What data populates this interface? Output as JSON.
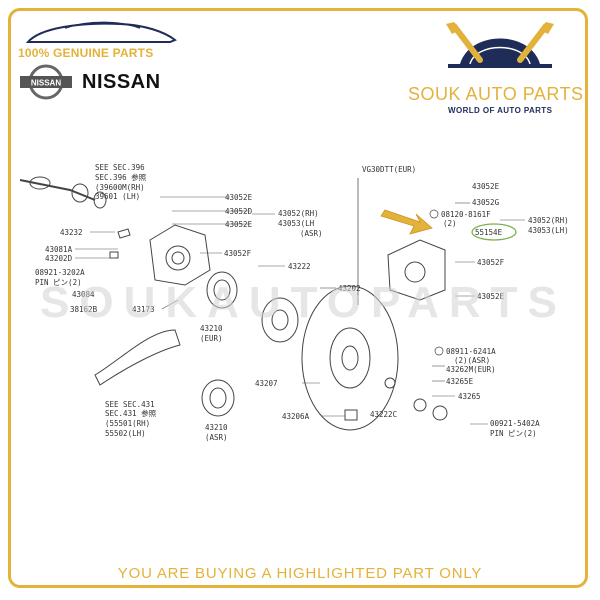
{
  "header": {
    "tagline": "100% GENUINE PARTS",
    "logo_text": "NISSAN",
    "brand": "NISSAN",
    "shop_name": "SOUK AUTO PARTS",
    "shop_tagline": "WORLD OF AUTO PARTS",
    "accent_color": "#e3b23a",
    "navy_color": "#1f2c58"
  },
  "watermark": "SOUKAUTOPARTS",
  "footer": "YOU ARE BUYING A HIGHLIGHTED PART ONLY",
  "diagram": {
    "labels": {
      "see396a": "SEE SEC.396",
      "see396b": "SEC.396 参照",
      "p39600": "(39600M(RH)",
      "p39601": "39601 (LH)",
      "p43232": "43232",
      "p43081a": "43081A",
      "p43202d": "43202D",
      "p08921a": "08921-3202A",
      "pin2a": "PIN ピン(2)",
      "p43084": "43084",
      "p38162b": "38162B",
      "p43173": "43173",
      "p43052e_1": "43052E",
      "p43052d": "43052D",
      "p43052e_2": "43052E",
      "p43052f": "43052F",
      "p43052rh": "43052(RH)",
      "p43053lh": "43053(LH",
      "asr1": "(ASR)",
      "p43222": "43222",
      "p43202": "43202",
      "p43210a": "43210",
      "eur1": "(EUR)",
      "see431a": "SEE SEC.431",
      "see431b": "SEC.431 参照",
      "p55501": "(55501(RH)",
      "p55502": "55502(LH)",
      "p43207": "43207",
      "p43210b": "43210",
      "asr2": "(ASR)",
      "p43206a": "43206A",
      "p43222c": "43222C",
      "vg30": "VG30DTT(EUR)",
      "r43052e_1": "43052E",
      "r43052g": "43052G",
      "r08120": "08120-8161F",
      "r2": "(2)",
      "r55154e": "55154E",
      "r43052rh": "43052(RH)",
      "r43053lh": "43053(LH)",
      "r43052f": "43052F",
      "r43052e_2": "43052E",
      "n08911": "08911-6241A",
      "n2asr": "(2)(ASR)",
      "n43262m": "43262M(EUR)",
      "n43265e": "43265E",
      "n43265": "43265",
      "n00921": "00921-5402A",
      "pin2b": "PIN ピン(2)"
    }
  }
}
